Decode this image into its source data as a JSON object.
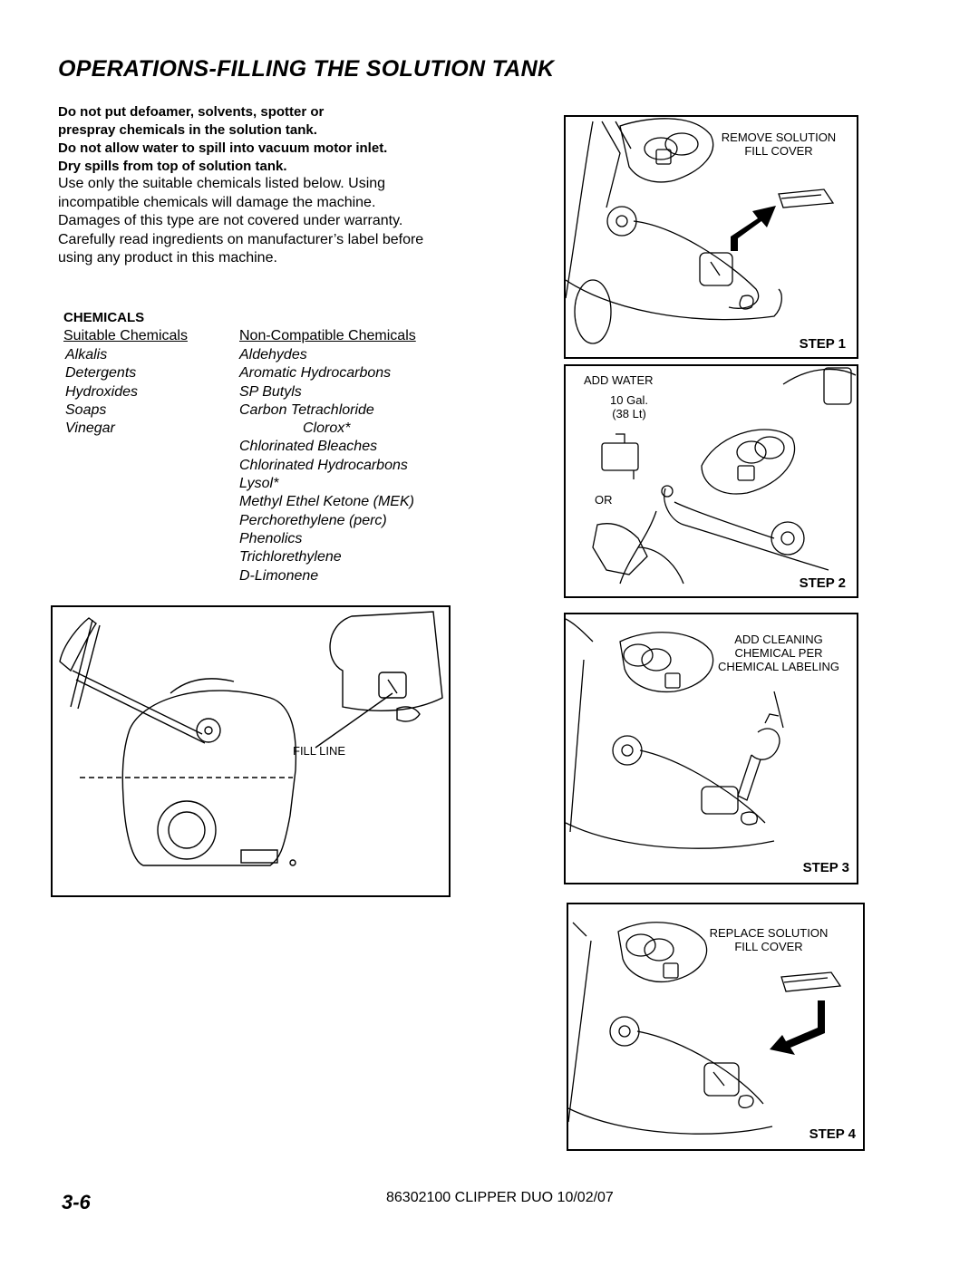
{
  "title": "OPERATIONS-FILLING THE SOLUTION TANK",
  "warnings": [
    "Do not put defoamer, solvents, spotter or",
    "prespray chemicals in the solution tank.",
    "Do not allow water to spill into vacuum motor inlet.",
    "Dry spills from top of solution tank."
  ],
  "paragraph": [
    "Use only the suitable chemicals listed below. Using",
    "incompatible chemicals will damage the machine.",
    "Damages of this type are not covered under warranty.",
    "Carefully read ingredients on manufacturer’s label before",
    "using any product in this machine."
  ],
  "chemicals": {
    "heading": "CHEMICALS",
    "suitable_header": "Suitable Chemicals",
    "noncompatible_header": "Non-Compatible Chemicals",
    "suitable": [
      "Alkalis",
      "Detergents",
      "Hydroxides",
      "Soaps",
      "Vinegar"
    ],
    "noncompatible": [
      "Aldehydes",
      "Aromatic Hydrocarbons",
      "SP Butyls",
      "Carbon Tetrachloride",
      "Clorox*",
      "Chlorinated Bleaches",
      "Chlorinated Hydrocarbons",
      "Lysol*",
      "Methyl Ethel Ketone  (MEK)",
      "Perchorethylene (perc)",
      "Phenolics",
      "Trichlorethylene",
      "D-Limonene"
    ]
  },
  "fill_figure": {
    "label": "FILL LINE"
  },
  "steps": [
    {
      "caption": [
        "REMOVE SOLUTION",
        "FILL COVER"
      ],
      "label": "STEP 1"
    },
    {
      "caption": [
        "ADD WATER"
      ],
      "amount": [
        "10 Gal.",
        "(38 Lt)"
      ],
      "or": "OR",
      "label": "STEP 2"
    },
    {
      "caption": [
        "ADD CLEANING",
        "CHEMICAL PER",
        "CHEMICAL LABELING"
      ],
      "label": "STEP 3"
    },
    {
      "caption": [
        "REPLACE SOLUTION",
        "FILL COVER"
      ],
      "label": "STEP 4"
    }
  ],
  "footer": {
    "page": "3-6",
    "doc": "86302100  CLIPPER DUO 10/02/07"
  }
}
